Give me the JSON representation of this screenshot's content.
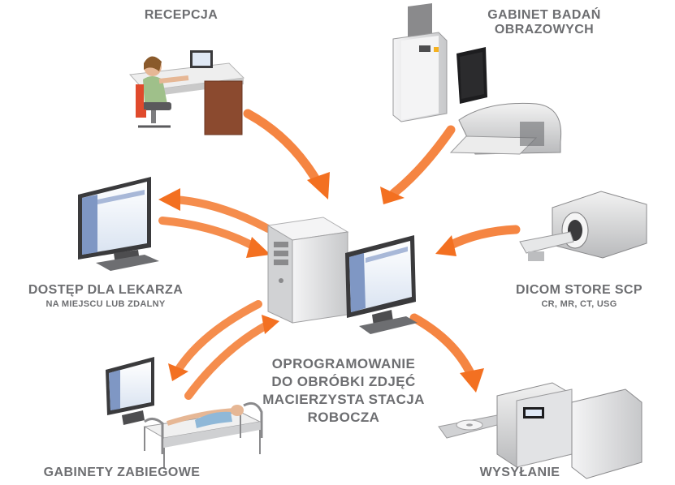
{
  "labels": {
    "reception": "RECEPCJA",
    "imaging_room": [
      "GABINET BADAŃ",
      "OBRAZOWYCH"
    ],
    "doctor_access": "DOSTĘP DLA LEKARZA",
    "doctor_access_sub": "NA MIEJSCU LUB ZDALNY",
    "dicom": "DICOM STORE SCP",
    "dicom_sub": "CR, MR, CT, USG",
    "software": [
      "OPROGRAMOWANIE",
      "DO OBRÓBKI ZDJĘĆ",
      "MACIERZYSTA STACJA",
      "ROBOCZA"
    ],
    "treatment_rooms": "GABINETY ZABIEGOWE",
    "sending": "WYSYŁANIE"
  },
  "colors": {
    "arrow": "#f37021",
    "label": "#6d6e71",
    "device_light": "#e6e7e8",
    "device_dark": "#4d4d4f",
    "screen": "#dfe8f5"
  },
  "icons": [
    "reception-desk-icon",
    "cr-reader-icon",
    "film-printer-icon",
    "doctor-monitor-icon",
    "workstation-tower-icon",
    "workstation-monitor-icon",
    "mri-scanner-icon",
    "treatment-monitor-icon",
    "hospital-bed-icon",
    "media-publisher-icon"
  ]
}
